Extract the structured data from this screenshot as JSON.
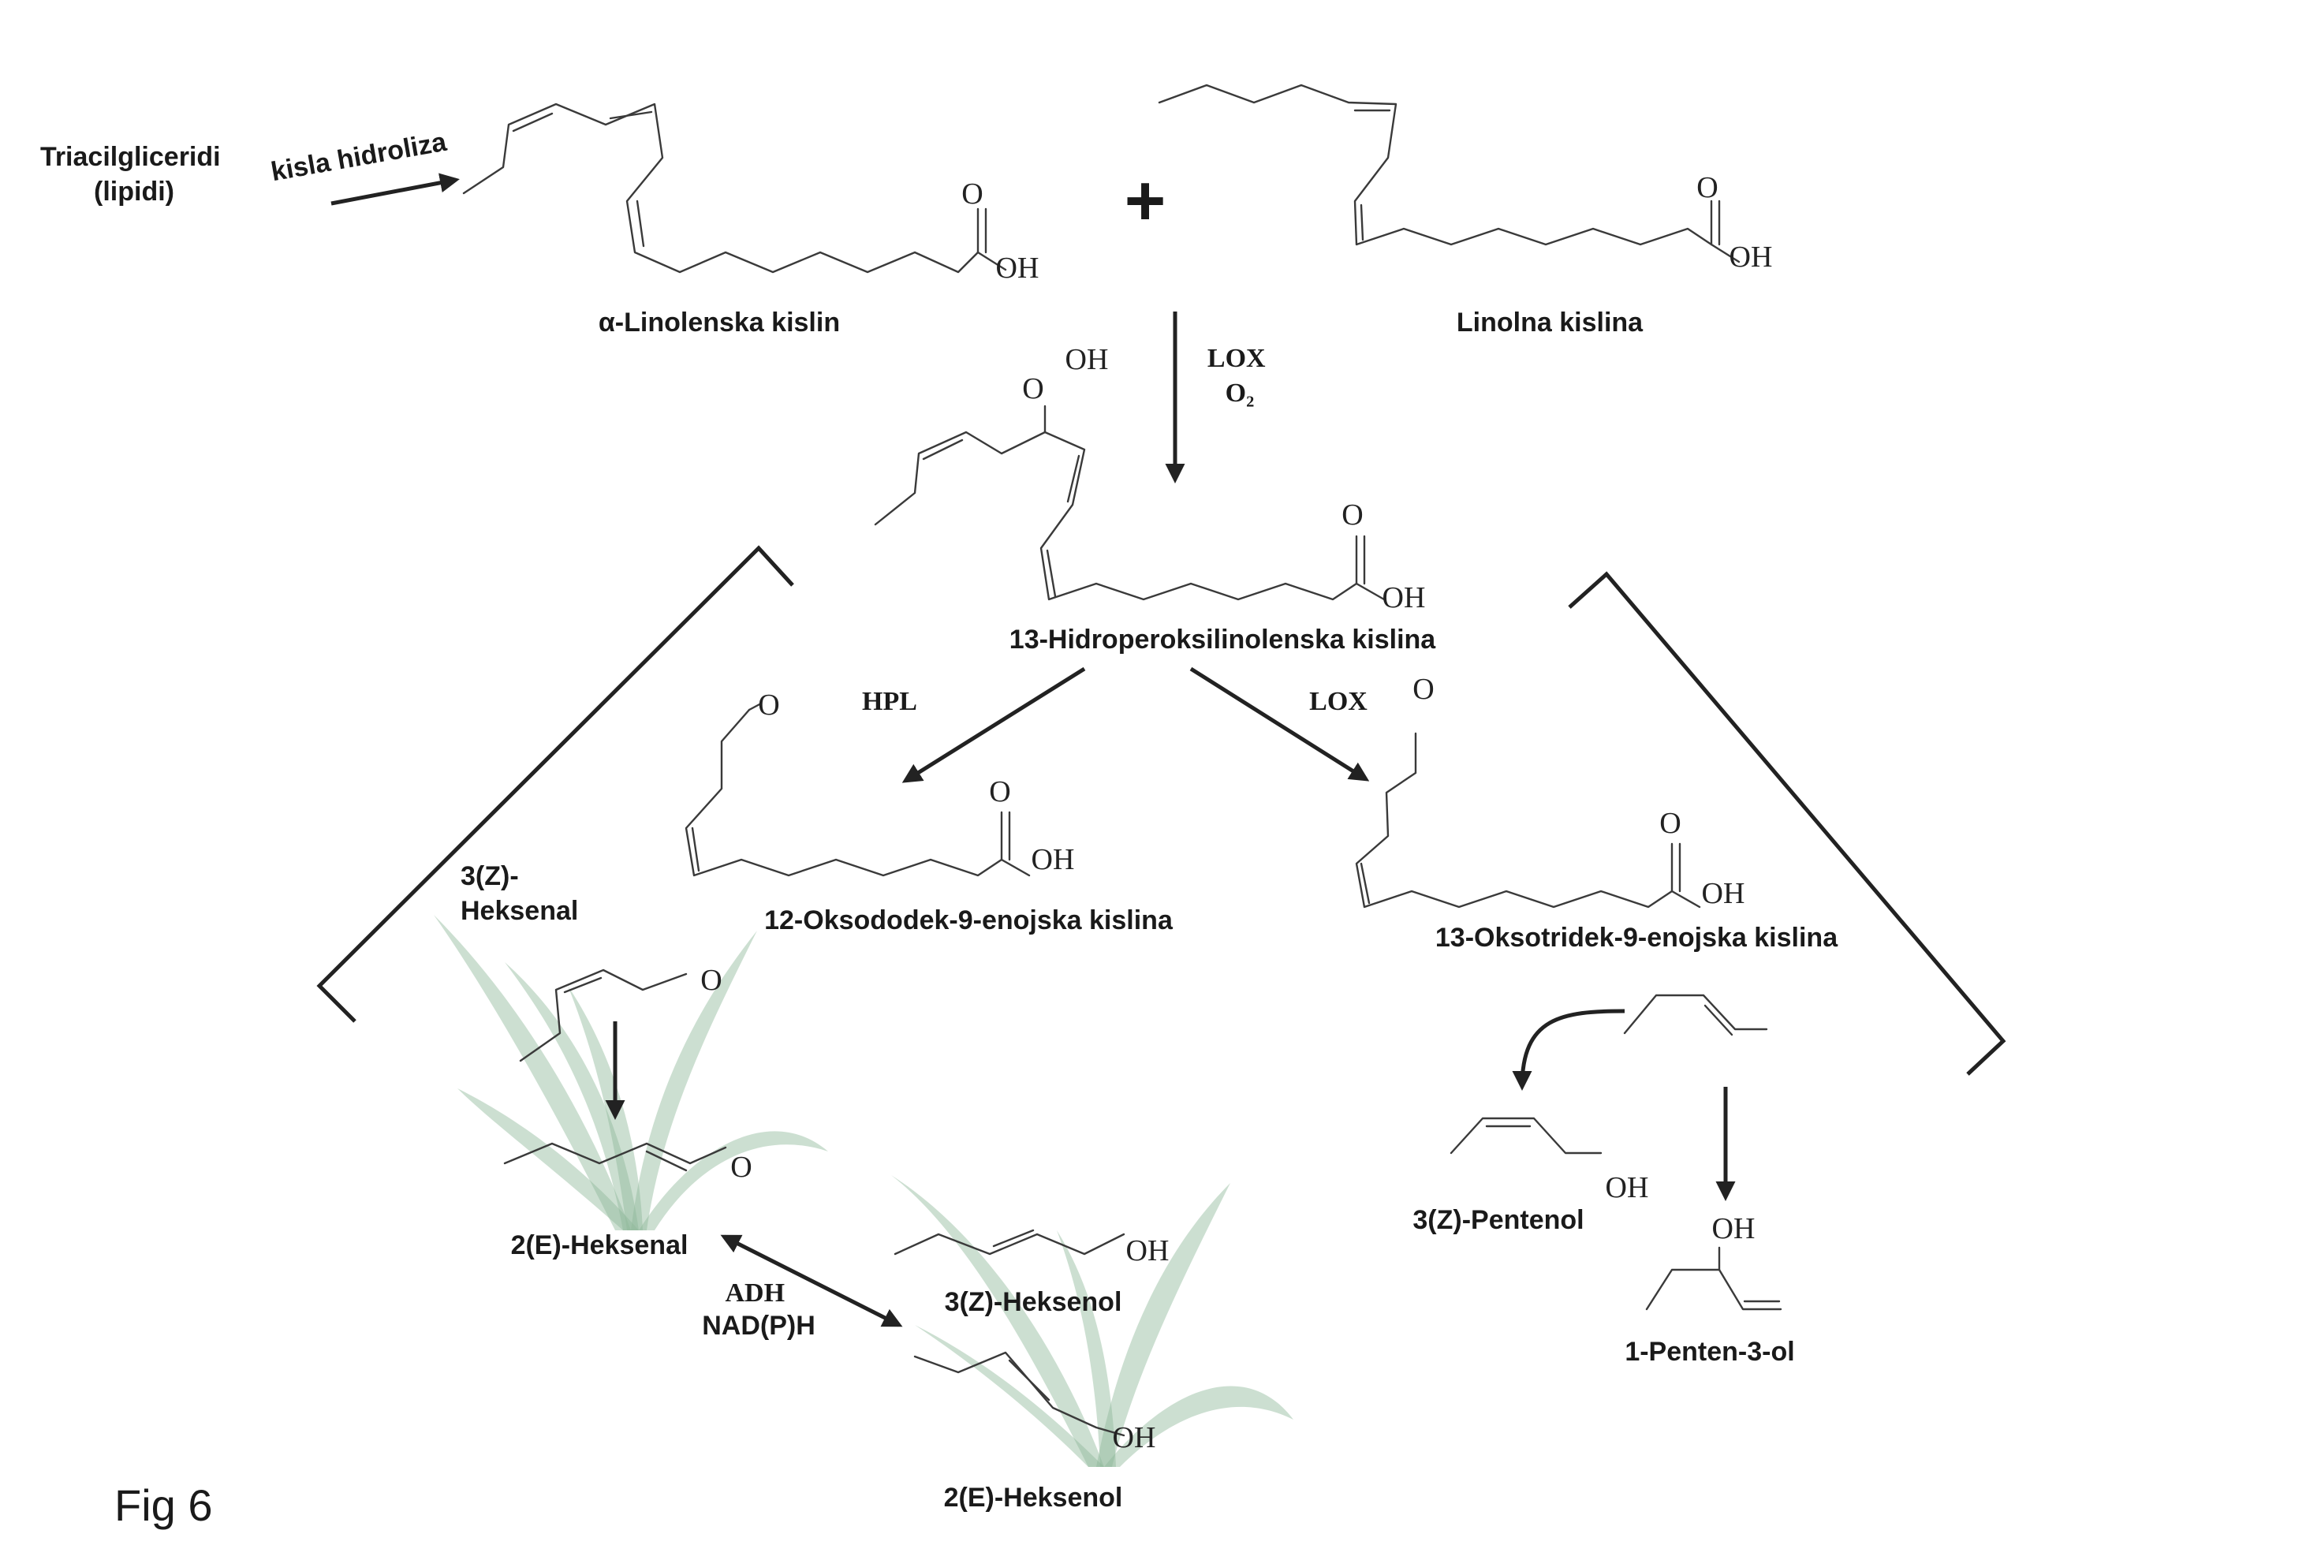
{
  "labels": {
    "triacyl": [
      "Triacilgliceridi",
      "(lipidi)"
    ],
    "hydrolysis": "kisla hidroliza",
    "alpha_linolenic": "α-Linolenska kislin",
    "linoleic": "Linolna kislina",
    "plus": "+",
    "hydroperoxy": "13-Hidroperoksilinolenska kislina",
    "oxododec": "12-Oksododek-9-enojska kislina",
    "oxotridec": "13-Oksotridek-9-enojska kislina",
    "z3_hexenal": [
      "3(Z)-",
      "Heksenal"
    ],
    "e2_hexenal": "2(E)-Heksenal",
    "z3_hexenol": "3(Z)-Heksenol",
    "e2_hexenol": "2(E)-Heksenol",
    "z3_pentenol": "3(Z)-Pentenol",
    "penten3ol": "1-Penten-3-ol",
    "figure": "Fig 6"
  },
  "enzymes": {
    "lox_o2": [
      "LOX",
      "O₂"
    ],
    "hpl": "HPL",
    "lox": "LOX",
    "adh": [
      "ADH",
      "NAD(P)H"
    ]
  },
  "atoms": {
    "O": "O",
    "OH": "OH",
    "O_hydroperoxy": "O",
    "OH_hydroperoxy": "OH"
  },
  "colors": {
    "ink": "#222222",
    "bond": "#3a3a3a",
    "grass": "#8fb89a"
  }
}
